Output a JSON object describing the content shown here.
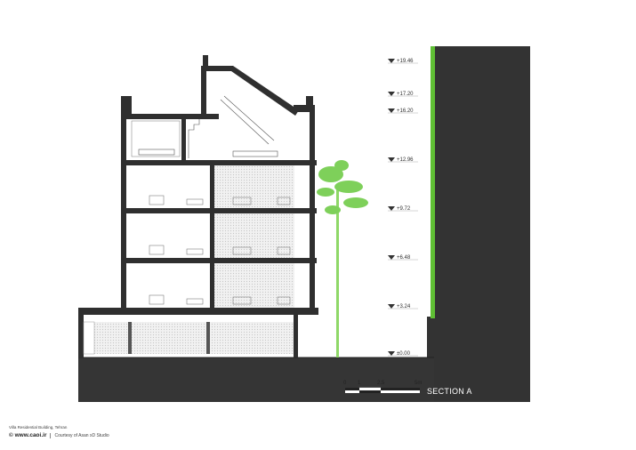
{
  "section_title": "SECTION  A",
  "levels": [
    "+19.46",
    "+17.20",
    "+16.20",
    "+12.96",
    "+9.72",
    "+6.48",
    "+3.24",
    "±0.00"
  ],
  "scale_bar": {
    "labels": [
      "0",
      "1",
      "2.5",
      "5m"
    ]
  },
  "caption": {
    "project": "Villa Residential Building, Tehran",
    "logo": "© www.caoi.ir",
    "credit": "Courtesy of Asan xD Studio"
  },
  "colors": {
    "wall": "#2f2f2f",
    "ground": "#353535",
    "green_roof": "#5fbf34",
    "tree": "#7ed05a",
    "hatch": "#cfcfcf"
  }
}
